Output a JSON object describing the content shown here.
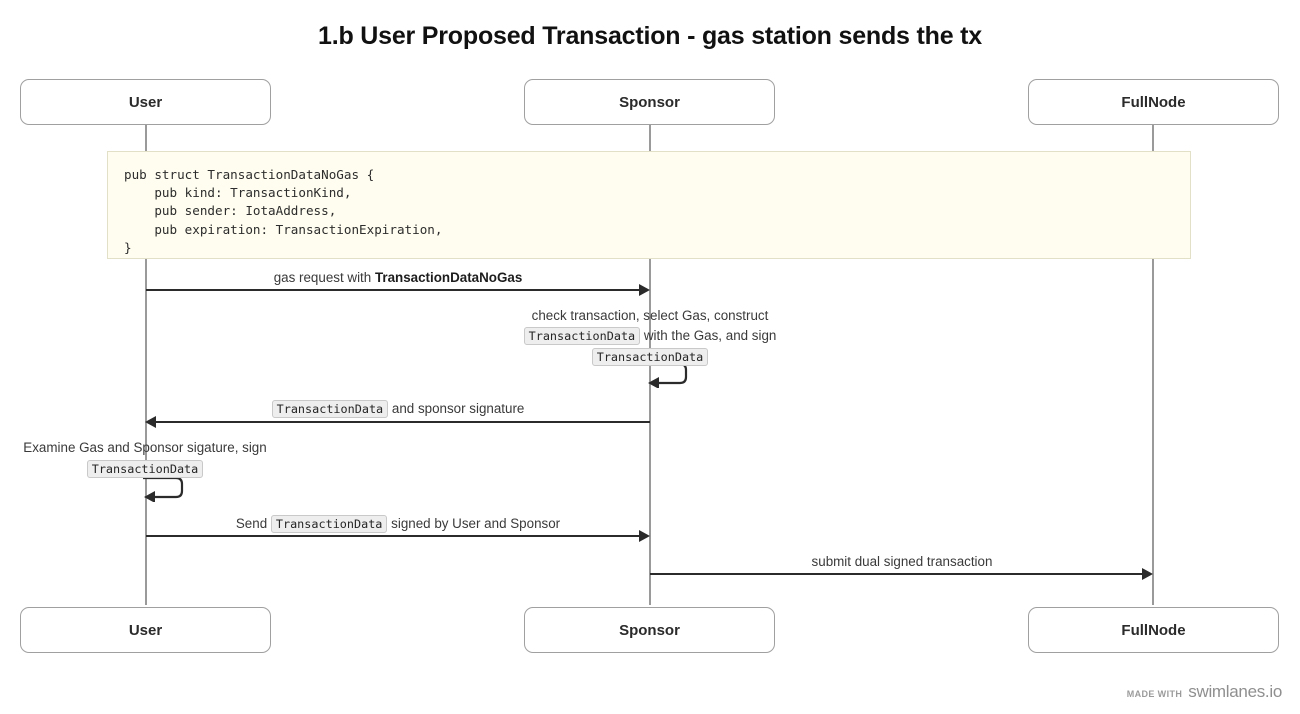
{
  "diagram": {
    "title": "1.b User Proposed Transaction - gas station sends the tx",
    "type": "sequence-diagram"
  },
  "participants": [
    {
      "id": "user",
      "label": "User"
    },
    {
      "id": "sponsor",
      "label": "Sponsor"
    },
    {
      "id": "fullnode",
      "label": "FullNode"
    }
  ],
  "note": {
    "code": "pub struct TransactionDataNoGas {\n    pub kind: TransactionKind,\n    pub sender: IotaAddress,\n    pub expiration: TransactionExpiration,\n}"
  },
  "messages": [
    {
      "id": "m1",
      "from": "user",
      "to": "sponsor",
      "kind": "call",
      "label_plain": "gas request with TransactionDataNoGas",
      "label_prefix": "gas request with ",
      "label_bold": "TransactionDataNoGas"
    },
    {
      "id": "m2",
      "from": "sponsor",
      "to": "sponsor",
      "kind": "self",
      "label_plain": "check transaction, select Gas, construct TransactionData with the Gas, and sign TransactionData",
      "line1": "check transaction, select Gas, construct",
      "line2_code": "TransactionData",
      "line2_text": " with the Gas, and sign",
      "line3_code": "TransactionData"
    },
    {
      "id": "m3",
      "from": "sponsor",
      "to": "user",
      "kind": "return",
      "label_plain": "TransactionData and sponsor signature",
      "label_code": "TransactionData",
      "label_suffix": " and sponsor signature"
    },
    {
      "id": "m4",
      "from": "user",
      "to": "user",
      "kind": "self",
      "label_plain": "Examine Gas and Sponsor sigature, sign TransactionData",
      "line1": "Examine Gas and Sponsor sigature, sign",
      "line2_code": "TransactionData"
    },
    {
      "id": "m5",
      "from": "user",
      "to": "sponsor",
      "kind": "call",
      "label_plain": "Send TransactionData signed by User and Sponsor",
      "label_prefix": "Send ",
      "label_code": "TransactionData",
      "label_suffix": " signed by User and Sponsor"
    },
    {
      "id": "m6",
      "from": "sponsor",
      "to": "fullnode",
      "kind": "call",
      "label_plain": "submit dual signed transaction",
      "label_prefix": "submit dual signed transaction"
    }
  ],
  "footer": {
    "made_with": "Made with",
    "brand": "swimlanes.io"
  },
  "colors": {
    "note_bg": "#fffdef",
    "note_border": "#e3e0c8",
    "lifeline": "#9a9a9a",
    "arrow": "#2b2b2b",
    "participant_border": "#a0a0a0",
    "text": "#3a3a3a"
  }
}
